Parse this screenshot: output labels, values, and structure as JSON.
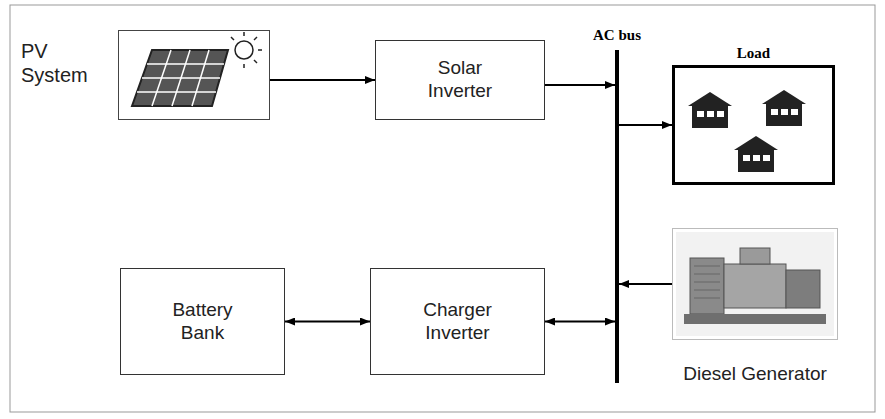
{
  "diagram": {
    "nodes": [
      {
        "text": [
          "PV System"
        ]
      },
      {
        "text": [
          "Solar Inverter"
        ]
      },
      {
        "text": [
          "AC bus"
        ]
      },
      {
        "text": [
          "Load"
        ]
      },
      {
        "text": [
          "Diesel Generator"
        ]
      },
      {
        "text": [
          "Battery Bank"
        ]
      },
      {
        "text": [
          "Charger Inverter"
        ]
      }
    ],
    "edges": [
      {
        "from": 0,
        "to": 1,
        "arrow": "to"
      },
      {
        "from": 1,
        "to": 2,
        "arrow": "to"
      },
      {
        "from": 2,
        "to": 3,
        "arrow": "to"
      },
      {
        "from": 4,
        "to": 2,
        "arrow": "to"
      },
      {
        "from": 5,
        "to": 6,
        "arrow": "both"
      },
      {
        "from": 6,
        "to": 2,
        "arrow": "both"
      }
    ]
  }
}
